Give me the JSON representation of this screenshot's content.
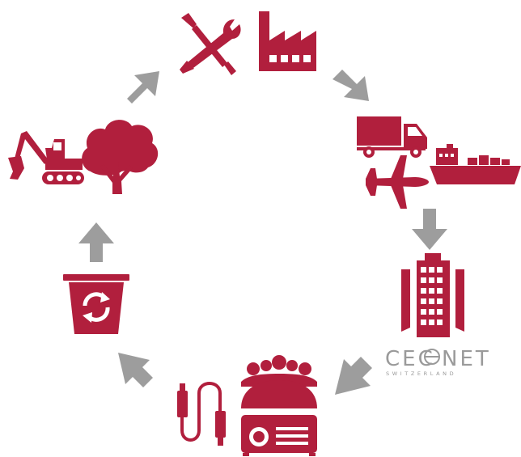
{
  "colors": {
    "icon": "#B11F3D",
    "arrow": "#9D9D9D",
    "brand_text": "#9A9A9A",
    "background": "#FFFFFF"
  },
  "icons": [
    "excavator-icon",
    "tree-icon",
    "tools-icon",
    "factory-icon",
    "truck-icon",
    "ship-icon",
    "airplane-icon",
    "office-building-icon",
    "audience-icon",
    "projector-icon",
    "cable-icon",
    "recycle-bin-icon"
  ],
  "brand": {
    "name_left": "CEC",
    "name_right": "NET",
    "tagline": "SWITZERLAND"
  }
}
